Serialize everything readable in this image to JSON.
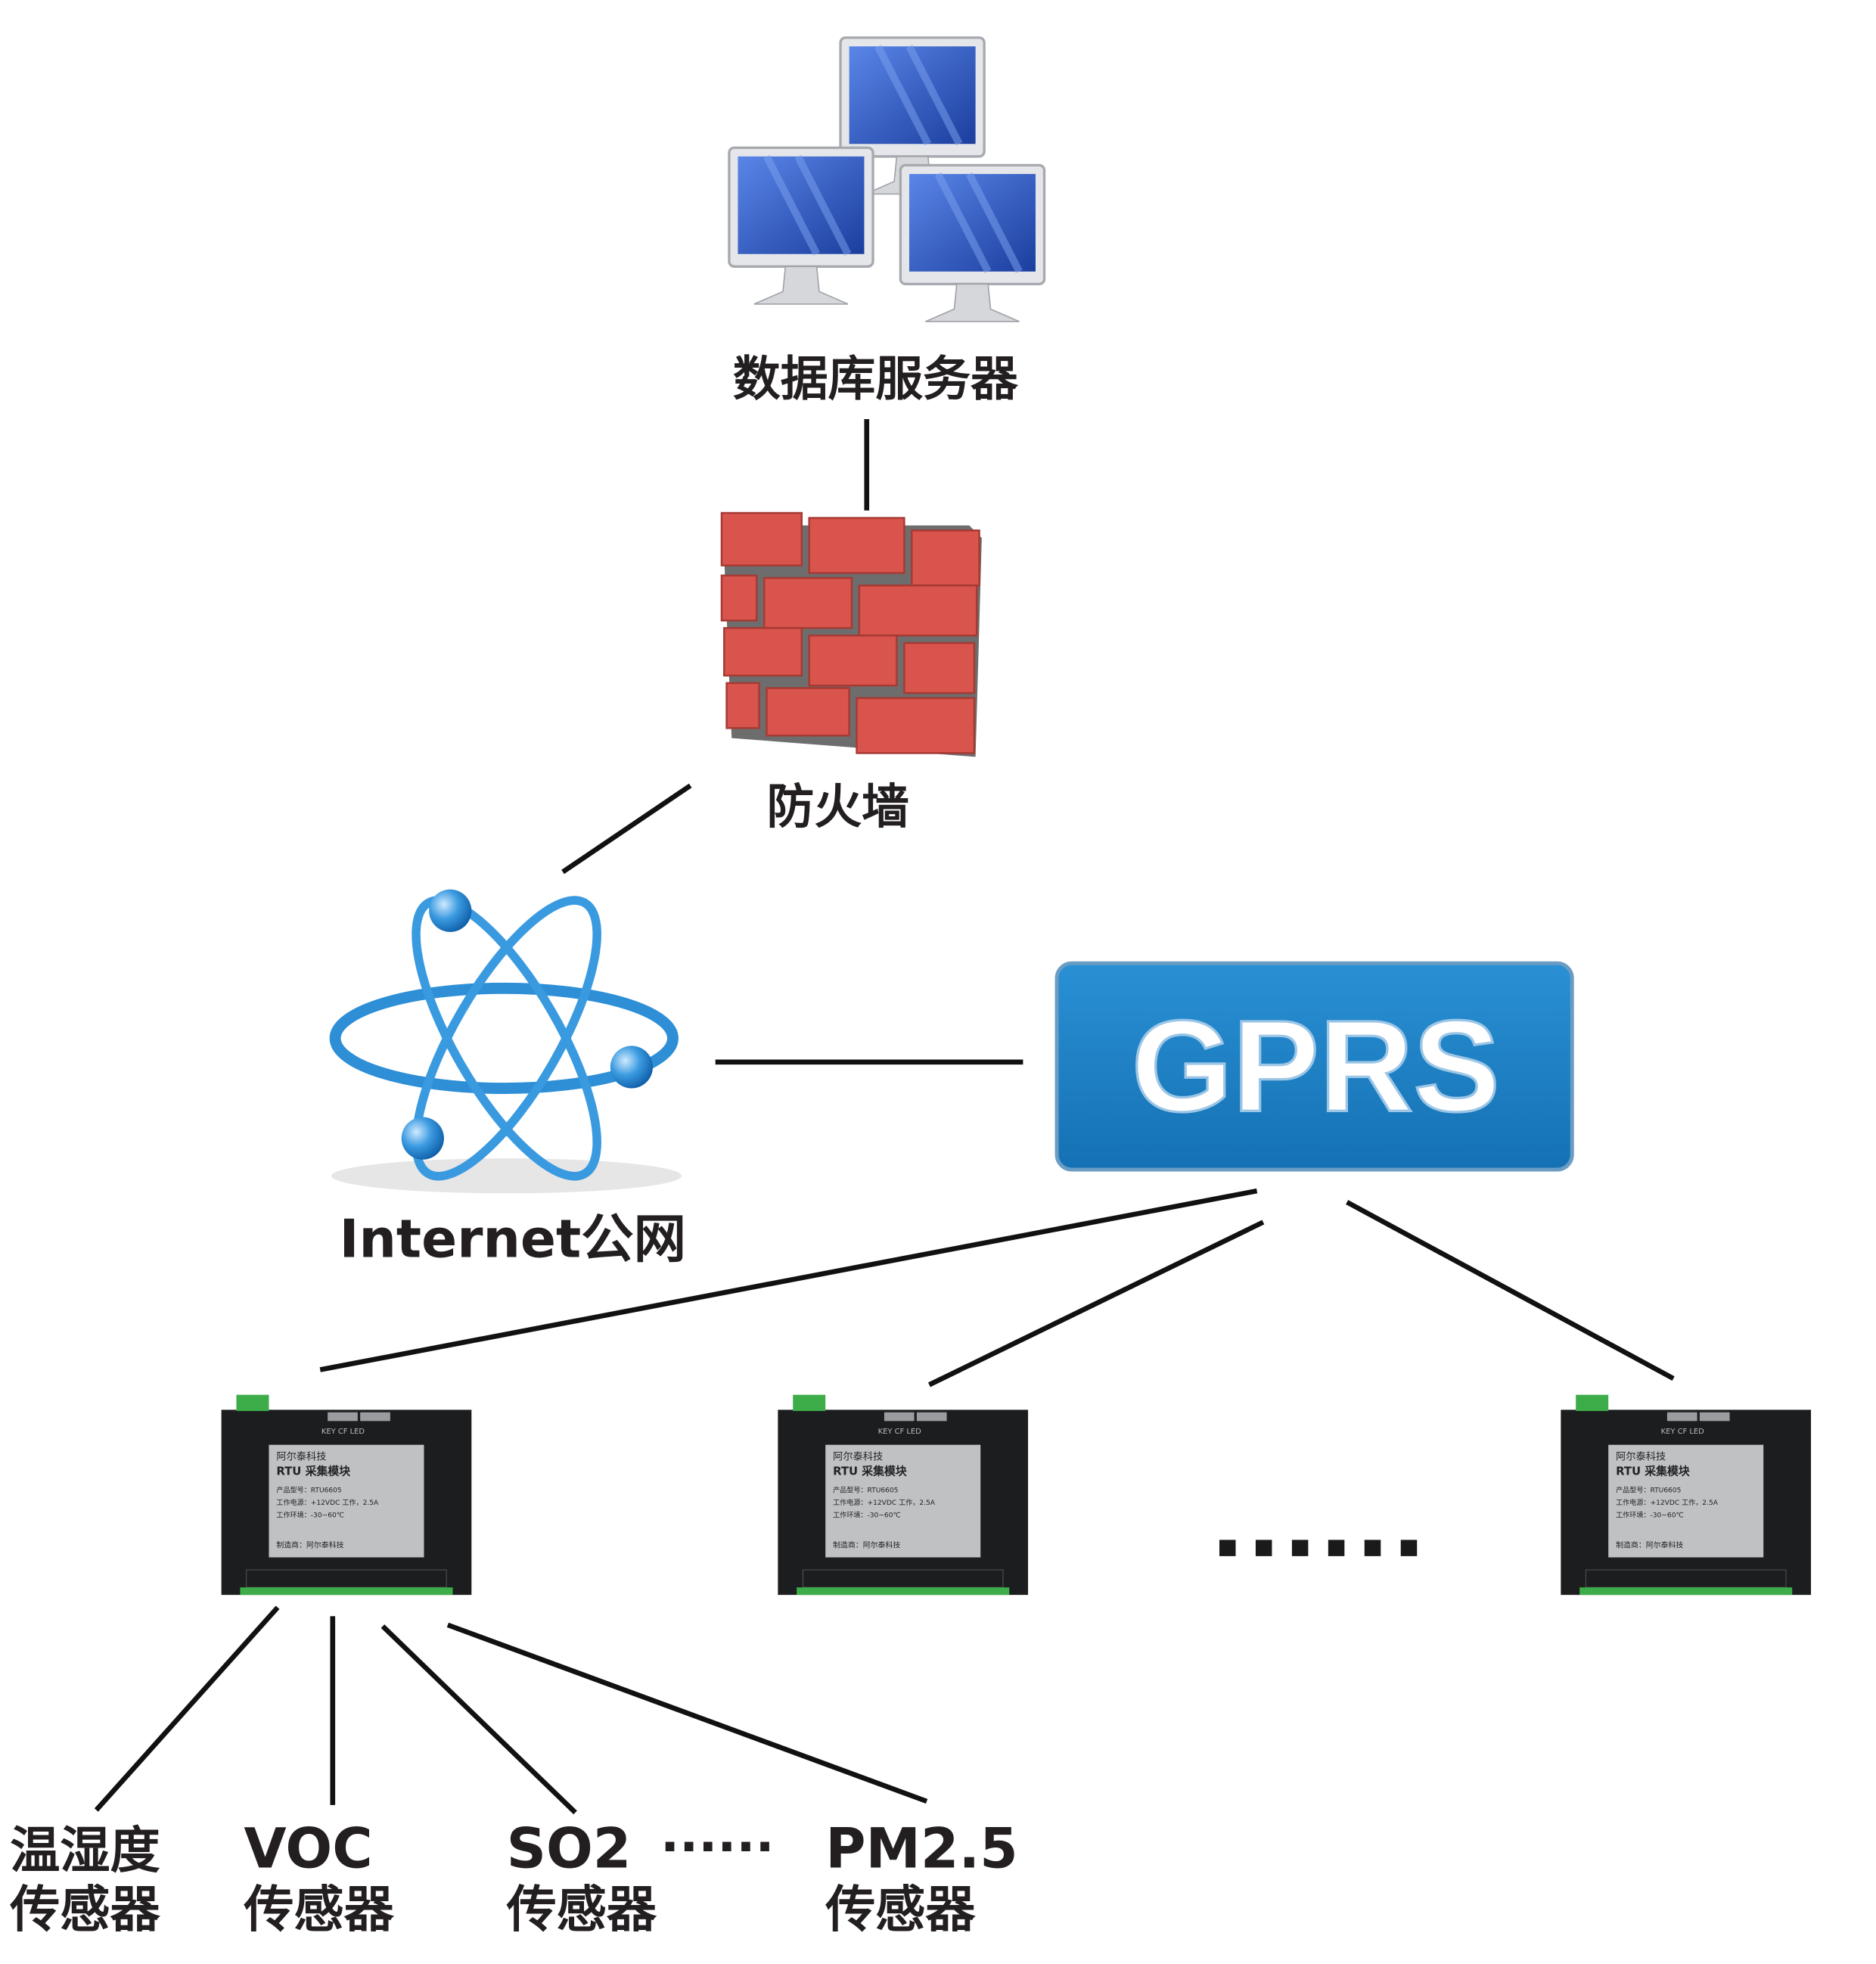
{
  "nodes": {
    "database_server": "数据库服务器",
    "firewall": "防火墙",
    "internet": "Internet公网",
    "gprs": "GPRS",
    "ellipsis_devices": "·······",
    "ellipsis_sensors": "······"
  },
  "device": {
    "brand": "阿尔泰科技",
    "title": "RTU 采集模块",
    "model": "产品型号：RTU6605",
    "power": "工作电源：+12VDC 工作，2.5A",
    "env": "工作环境：-30~60℃",
    "manufacturer": "制造商：阿尔泰科技",
    "panel_top": "KEY  CF   LED"
  },
  "sensors": [
    {
      "line1": "温湿度",
      "line2": "传感器"
    },
    {
      "line1": "VOC",
      "line2": "传感器"
    },
    {
      "line1": "SO2",
      "line2": "传感器"
    },
    {
      "line1": "PM2.5",
      "line2": "传感器"
    }
  ],
  "colors": {
    "gprs": "#1a7dc0",
    "brick": "#d9544c",
    "mortar": "#6d6d6d",
    "monitor_screen": "#2a52b8",
    "atom": "#2e8fd6"
  }
}
